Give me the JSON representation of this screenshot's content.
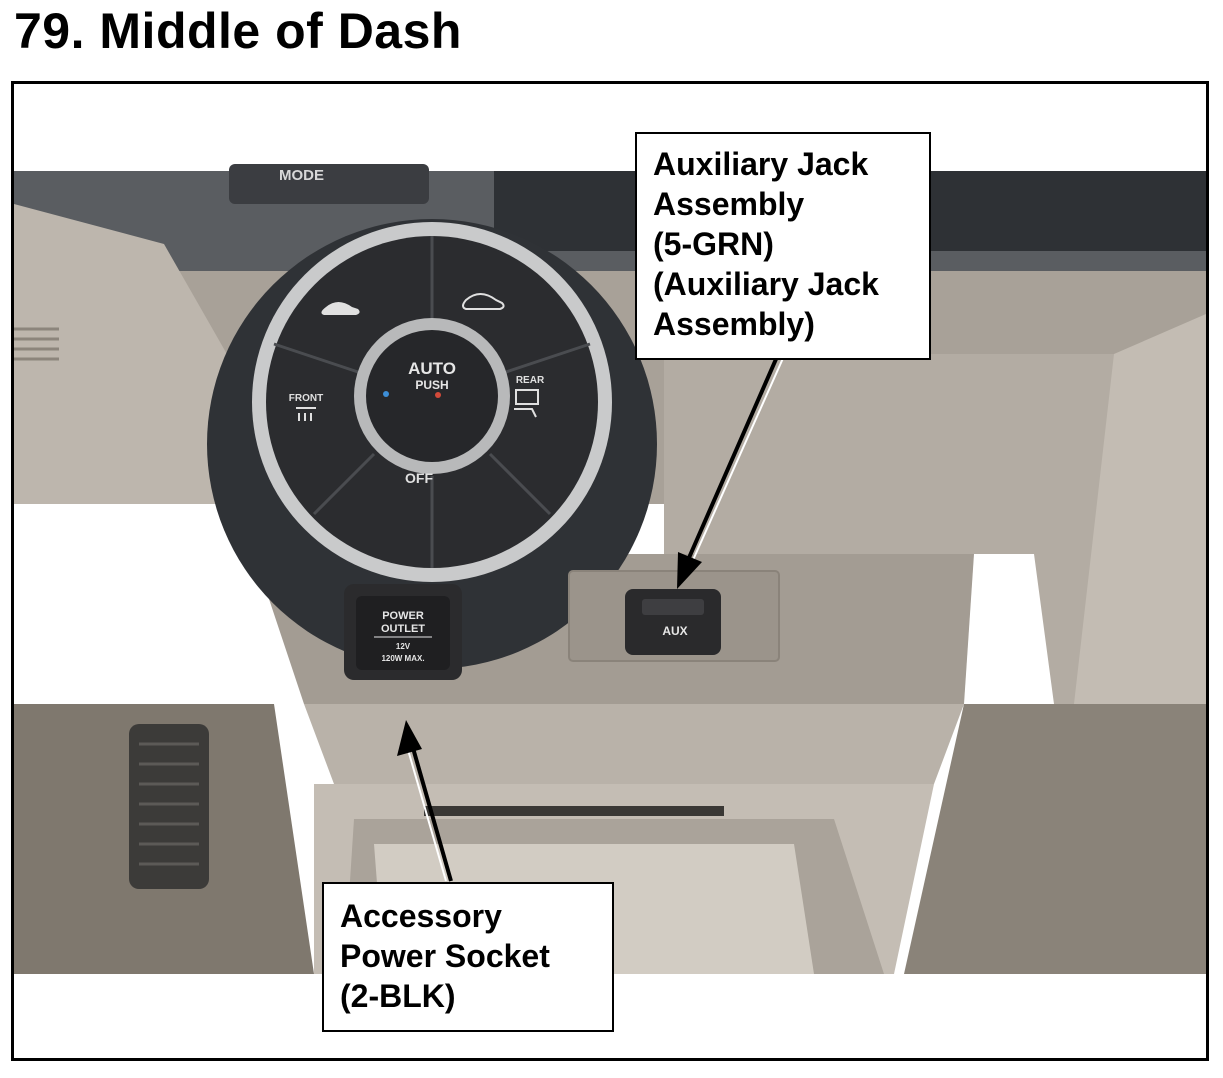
{
  "document": {
    "title": "79.  Middle of Dash"
  },
  "callouts": {
    "aux_jack": {
      "lines": [
        "Auxiliary Jack",
        "Assembly",
        "(5-GRN)",
        "(Auxiliary Jack",
        "Assembly)"
      ]
    },
    "power_socket": {
      "lines": [
        "Accessory",
        "Power Socket",
        "(2-BLK)"
      ]
    }
  },
  "photo_labels": {
    "mode": "MODE",
    "auto": "AUTO",
    "push": "PUSH",
    "front": "FRONT",
    "rear": "REAR",
    "off": "OFF",
    "power_outlet_line1": "POWER",
    "power_outlet_line2": "OUTLET",
    "power_outlet_line3": "12V",
    "power_outlet_line4": "120W MAX.",
    "aux": "AUX"
  },
  "colors": {
    "dash_panel": "#9d968c",
    "dash_light": "#b8b1a8",
    "dash_dark": "#2f3236",
    "floor": "#7d766c",
    "hvac_dial": "#2b2c2f",
    "chrome_ring": "#c9cacb"
  }
}
